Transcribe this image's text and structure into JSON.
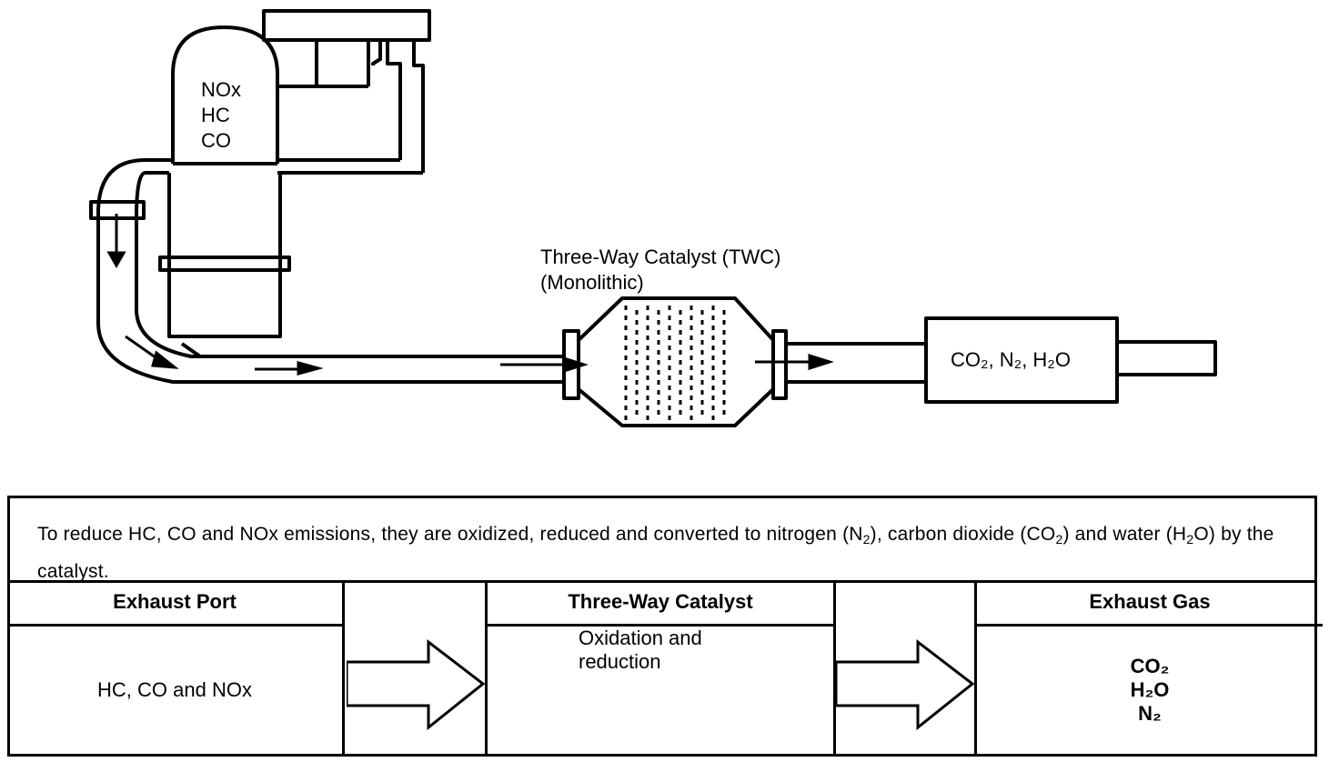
{
  "diagram": {
    "engine_gases": [
      "NOx",
      "HC",
      "CO"
    ],
    "catalyst_label_line1": "Three-Way Catalyst (TWC)",
    "catalyst_label_line2": "(Monolithic)",
    "muffler_label": "CO₂, N₂, H₂O"
  },
  "table": {
    "description_part1": "To reduce HC, CO and NOx emissions, they are oxidized, reduced and converted to nitrogen (N",
    "description_part2": "), carbon dioxide (CO",
    "description_part3": ") and water (H",
    "description_part4": "O) by the catalyst.",
    "sub2": "2",
    "columns": [
      {
        "header": "Exhaust Port",
        "content": "HC, CO and NOx"
      },
      {
        "header": "Three-Way Catalyst",
        "content_line1": "Oxidation and",
        "content_line2": "reduction"
      },
      {
        "header": "Exhaust Gas",
        "content_lines": [
          "CO₂",
          "H₂O",
          "N₂"
        ]
      }
    ]
  }
}
